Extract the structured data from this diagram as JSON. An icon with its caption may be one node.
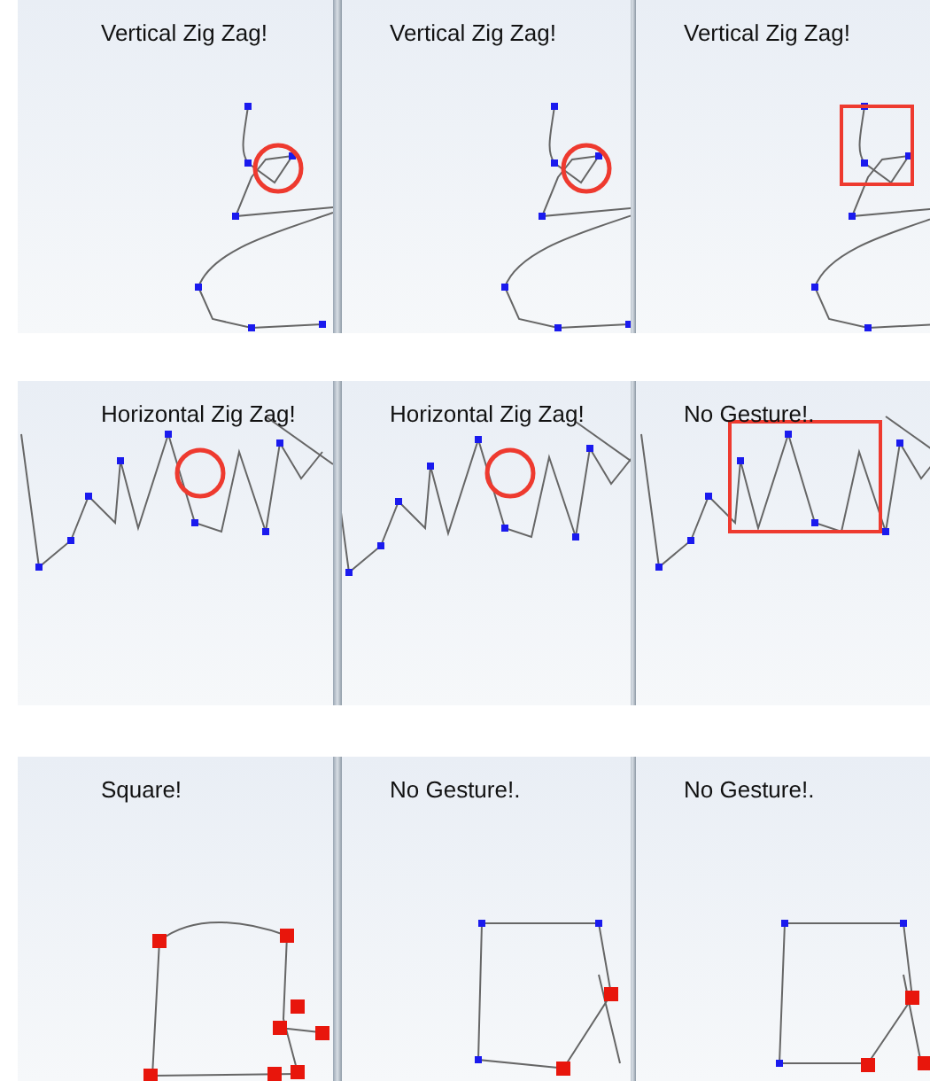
{
  "diagram": {
    "nodes": [
      {
        "text": [
          "Vertical Zig Zag!"
        ]
      },
      {
        "text": [
          "Vertical Zig Zag!"
        ]
      },
      {
        "text": [
          "Vertical Zig Zag!"
        ]
      },
      {
        "text": [
          "Horizontal Zig Zag!"
        ]
      },
      {
        "text": [
          "Horizontal Zig Zag!"
        ]
      },
      {
        "text": [
          "No Gesture!."
        ]
      },
      {
        "text": [
          "Square!"
        ]
      },
      {
        "text": [
          "No Gesture!."
        ]
      },
      {
        "text": [
          "No Gesture!."
        ]
      }
    ]
  }
}
